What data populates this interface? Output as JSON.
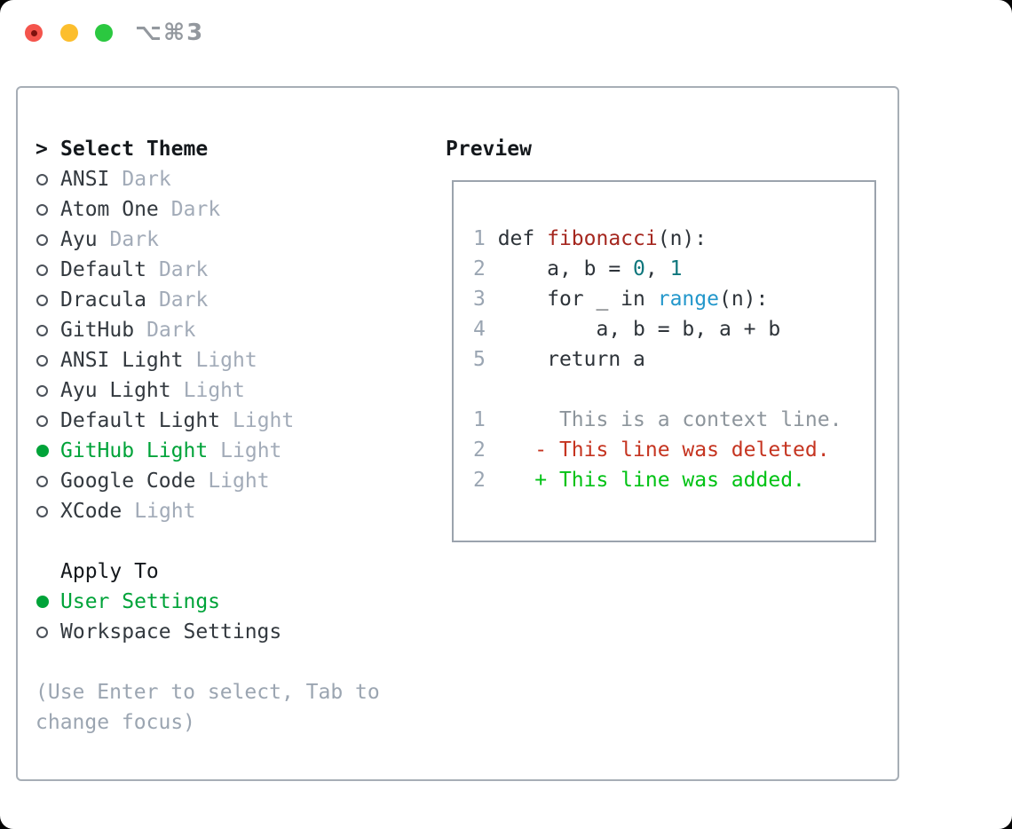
{
  "window": {
    "title": "⌥⌘3"
  },
  "theme_panel": {
    "header_prompt": ">",
    "header": "Select Theme",
    "themes": [
      {
        "name": "ANSI",
        "variant": "Dark",
        "selected": false
      },
      {
        "name": "Atom One",
        "variant": "Dark",
        "selected": false
      },
      {
        "name": "Ayu",
        "variant": "Dark",
        "selected": false
      },
      {
        "name": "Default",
        "variant": "Dark",
        "selected": false
      },
      {
        "name": "Dracula",
        "variant": "Dark",
        "selected": false
      },
      {
        "name": "GitHub",
        "variant": "Dark",
        "selected": false
      },
      {
        "name": "ANSI Light",
        "variant": "Light",
        "selected": false
      },
      {
        "name": "Ayu Light",
        "variant": "Light",
        "selected": false
      },
      {
        "name": "Default Light",
        "variant": "Light",
        "selected": false
      },
      {
        "name": "GitHub Light",
        "variant": "Light",
        "selected": true
      },
      {
        "name": "Google Code",
        "variant": "Light",
        "selected": false
      },
      {
        "name": "XCode",
        "variant": "Light",
        "selected": false
      }
    ],
    "apply_header": "Apply To",
    "apply_options": [
      {
        "label": "User Settings",
        "selected": true
      },
      {
        "label": "Workspace Settings",
        "selected": false
      }
    ],
    "hint_lines": [
      "(Use Enter to select, Tab to",
      "change focus)"
    ]
  },
  "preview": {
    "header": "Preview",
    "code_lines": [
      {
        "num": "1",
        "segments": [
          {
            "t": "def ",
            "c": "plain"
          },
          {
            "t": "fibonacci",
            "c": "func"
          },
          {
            "t": "(n):",
            "c": "plain"
          }
        ]
      },
      {
        "num": "2",
        "segments": [
          {
            "t": "    a, b = ",
            "c": "plain"
          },
          {
            "t": "0",
            "c": "num"
          },
          {
            "t": ", ",
            "c": "plain"
          },
          {
            "t": "1",
            "c": "num"
          }
        ]
      },
      {
        "num": "3",
        "segments": [
          {
            "t": "    for _ in ",
            "c": "plain"
          },
          {
            "t": "range",
            "c": "call"
          },
          {
            "t": "(n):",
            "c": "plain"
          }
        ]
      },
      {
        "num": "4",
        "segments": [
          {
            "t": "        a, b = b, a + b",
            "c": "plain"
          }
        ]
      },
      {
        "num": "5",
        "segments": [
          {
            "t": "    return a",
            "c": "plain"
          }
        ]
      },
      {
        "num": "",
        "segments": []
      },
      {
        "num": "1",
        "segments": [
          {
            "t": "     This is a context line.",
            "c": "ctx"
          }
        ]
      },
      {
        "num": "2",
        "segments": [
          {
            "t": "   - This line was deleted.",
            "c": "del"
          }
        ]
      },
      {
        "num": "2",
        "segments": [
          {
            "t": "   + This line was added.",
            "c": "add"
          }
        ]
      }
    ]
  },
  "colors": {
    "selected_green": "#00a339",
    "added_green": "#00c214",
    "deleted_red": "#c53420",
    "function_red": "#a5271f",
    "number_teal": "#0e767c",
    "call_blue": "#2397cb",
    "code_plain": "#2d3339",
    "context_gray": "#8d959c",
    "line_number_gray": "#9aa5b2",
    "name_dark": "#33393f",
    "variant_gray": "#a2abb8",
    "hint_gray": "#9ba5b1",
    "header_black": "#14181c",
    "panel_border": "#a7aeb6",
    "preview_border": "#9ba3ad",
    "title_gray": "#93989e",
    "traffic_red": "#f4544c",
    "traffic_red_dot": "#7d120e",
    "traffic_yellow": "#fcbe2d",
    "traffic_green": "#2bc840",
    "radio_ring": "#4c525a"
  }
}
